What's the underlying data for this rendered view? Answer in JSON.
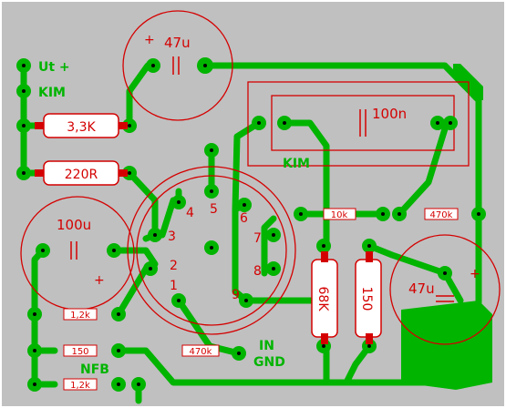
{
  "colors": {
    "background": "#c0c0c0",
    "copper": "#00b400",
    "silkscreen": "#d40000",
    "component_fill": "#ffffff",
    "pad_hole": "#000000",
    "edge": "#ffffff"
  },
  "labels": {
    "ut_plus": "Ut +",
    "kim_top": "KIM",
    "kim_mid": "KIM",
    "in_label": "IN",
    "gnd_label": "GND",
    "nfb_label": "NFB",
    "plus_top": "+",
    "plus_left": "+",
    "plus_right": "+"
  },
  "components": {
    "c_top": "47u",
    "c_left": "100u",
    "c_right": "47u",
    "c_film": "100n",
    "r_33k": "3,3K",
    "r_220r": "220R",
    "r_10k": "10k",
    "r_470k_right": "470k",
    "r_68k": "68K",
    "r_150_vert": "150",
    "r_12k_top": "1,2k",
    "r_150_bottom": "150",
    "r_470k_bottom": "470k",
    "r_12k_bottom": "1,2k"
  },
  "tube_pins": [
    "1",
    "2",
    "3",
    "4",
    "5",
    "6",
    "7",
    "8",
    "9"
  ]
}
